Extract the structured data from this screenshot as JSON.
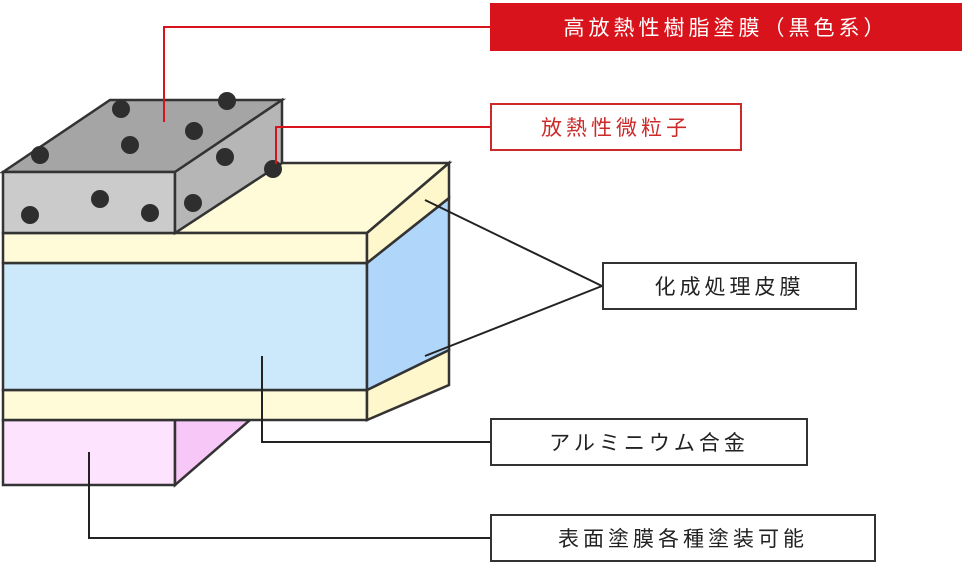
{
  "labels": {
    "resin": "高放熱性樹脂塗膜（黒色系）",
    "particles": "放熱性微粒子",
    "conversion": "化成処理皮膜",
    "aluminum": "アルミニウム合金",
    "surface": "表面塗膜各種塗装可能"
  },
  "colors": {
    "accent_red": "#d9131b",
    "coating_top": "#a5a5a5",
    "coating_front": "#cbcbcb",
    "coating_side": "#b6b6b6",
    "conversion_layer": "#fffad8",
    "aluminum_front": "#cce8fb",
    "aluminum_side": "#b0d6fa",
    "surface_coating": "#fde3fd",
    "particle": "#2e2e2e"
  }
}
